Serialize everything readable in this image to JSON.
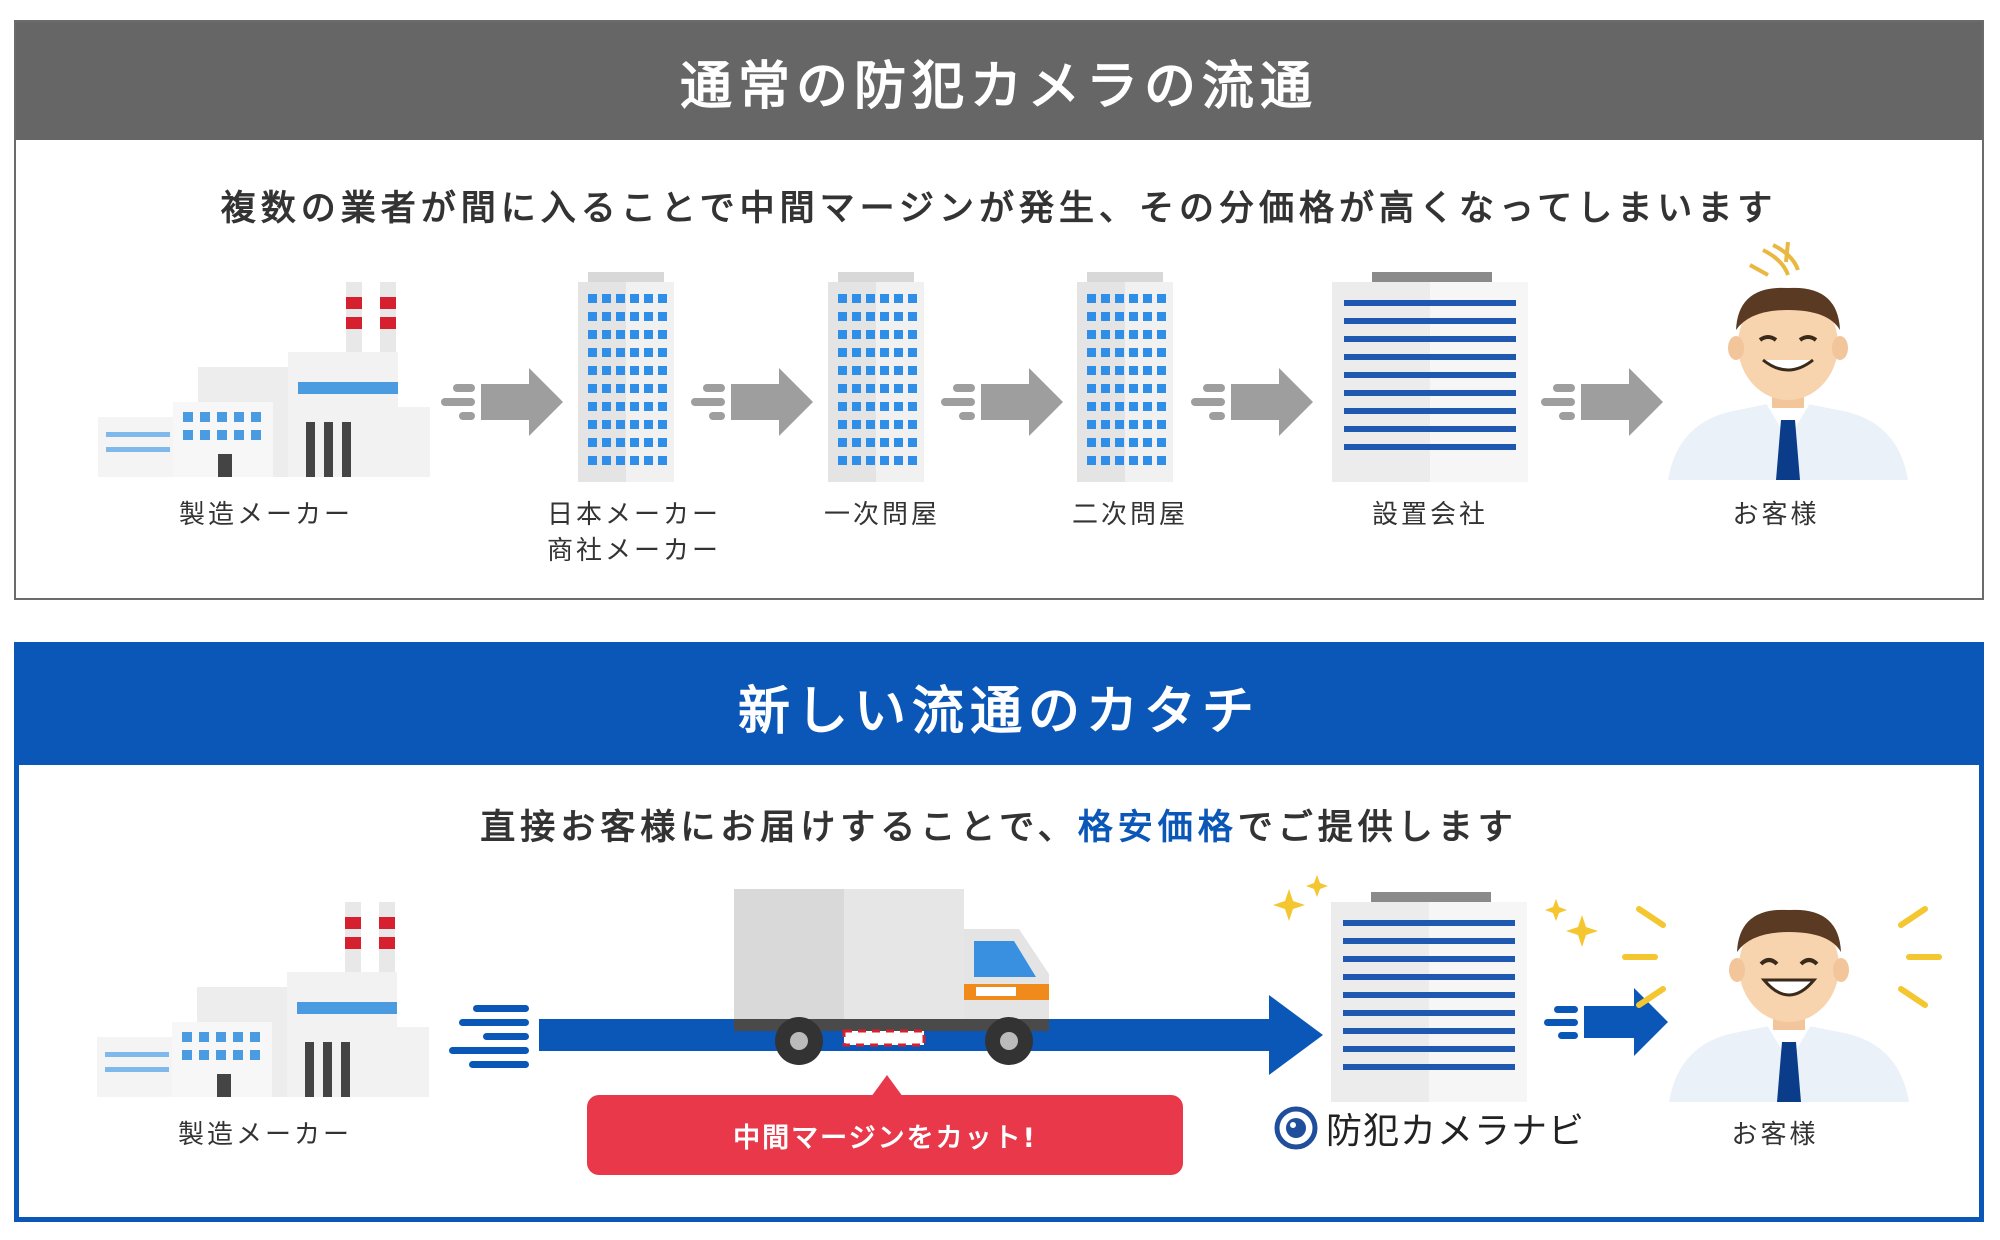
{
  "old_flow": {
    "title": "通常の防犯カメラの流通",
    "subtitle": "複数の業者が間に入ることで中間マージンが発生、その分価格が高くなってしまいます",
    "steps": [
      {
        "label": "製造メーカー",
        "icon": "factory-icon"
      },
      {
        "label": "日本メーカー",
        "label2": "商社メーカー",
        "icon": "building-icon"
      },
      {
        "label": "一次問屋",
        "icon": "building-icon"
      },
      {
        "label": "二次問屋",
        "icon": "building-icon"
      },
      {
        "label": "設置会社",
        "icon": "office-building-icon"
      },
      {
        "label": "お客様",
        "icon": "stressed-customer-icon"
      }
    ]
  },
  "new_flow": {
    "title": "新しい流通のカタチ",
    "subtitle_pre": "直接お客様にお届けすることで、",
    "subtitle_accent": "格安価格",
    "subtitle_post": "でご提供します",
    "steps": [
      {
        "label": "製造メーカー",
        "icon": "factory-icon"
      },
      {
        "label": "お客様",
        "icon": "happy-customer-icon"
      }
    ],
    "cut_badge": "中間マージンをカット!",
    "brand": "防犯カメラナビ"
  },
  "colors": {
    "gray_band": "#666666",
    "blue_band": "#0b57b8",
    "badge_red": "#e8384a",
    "arrow_gray": "#9e9e9e",
    "arrow_blue": "#0b57b8"
  }
}
